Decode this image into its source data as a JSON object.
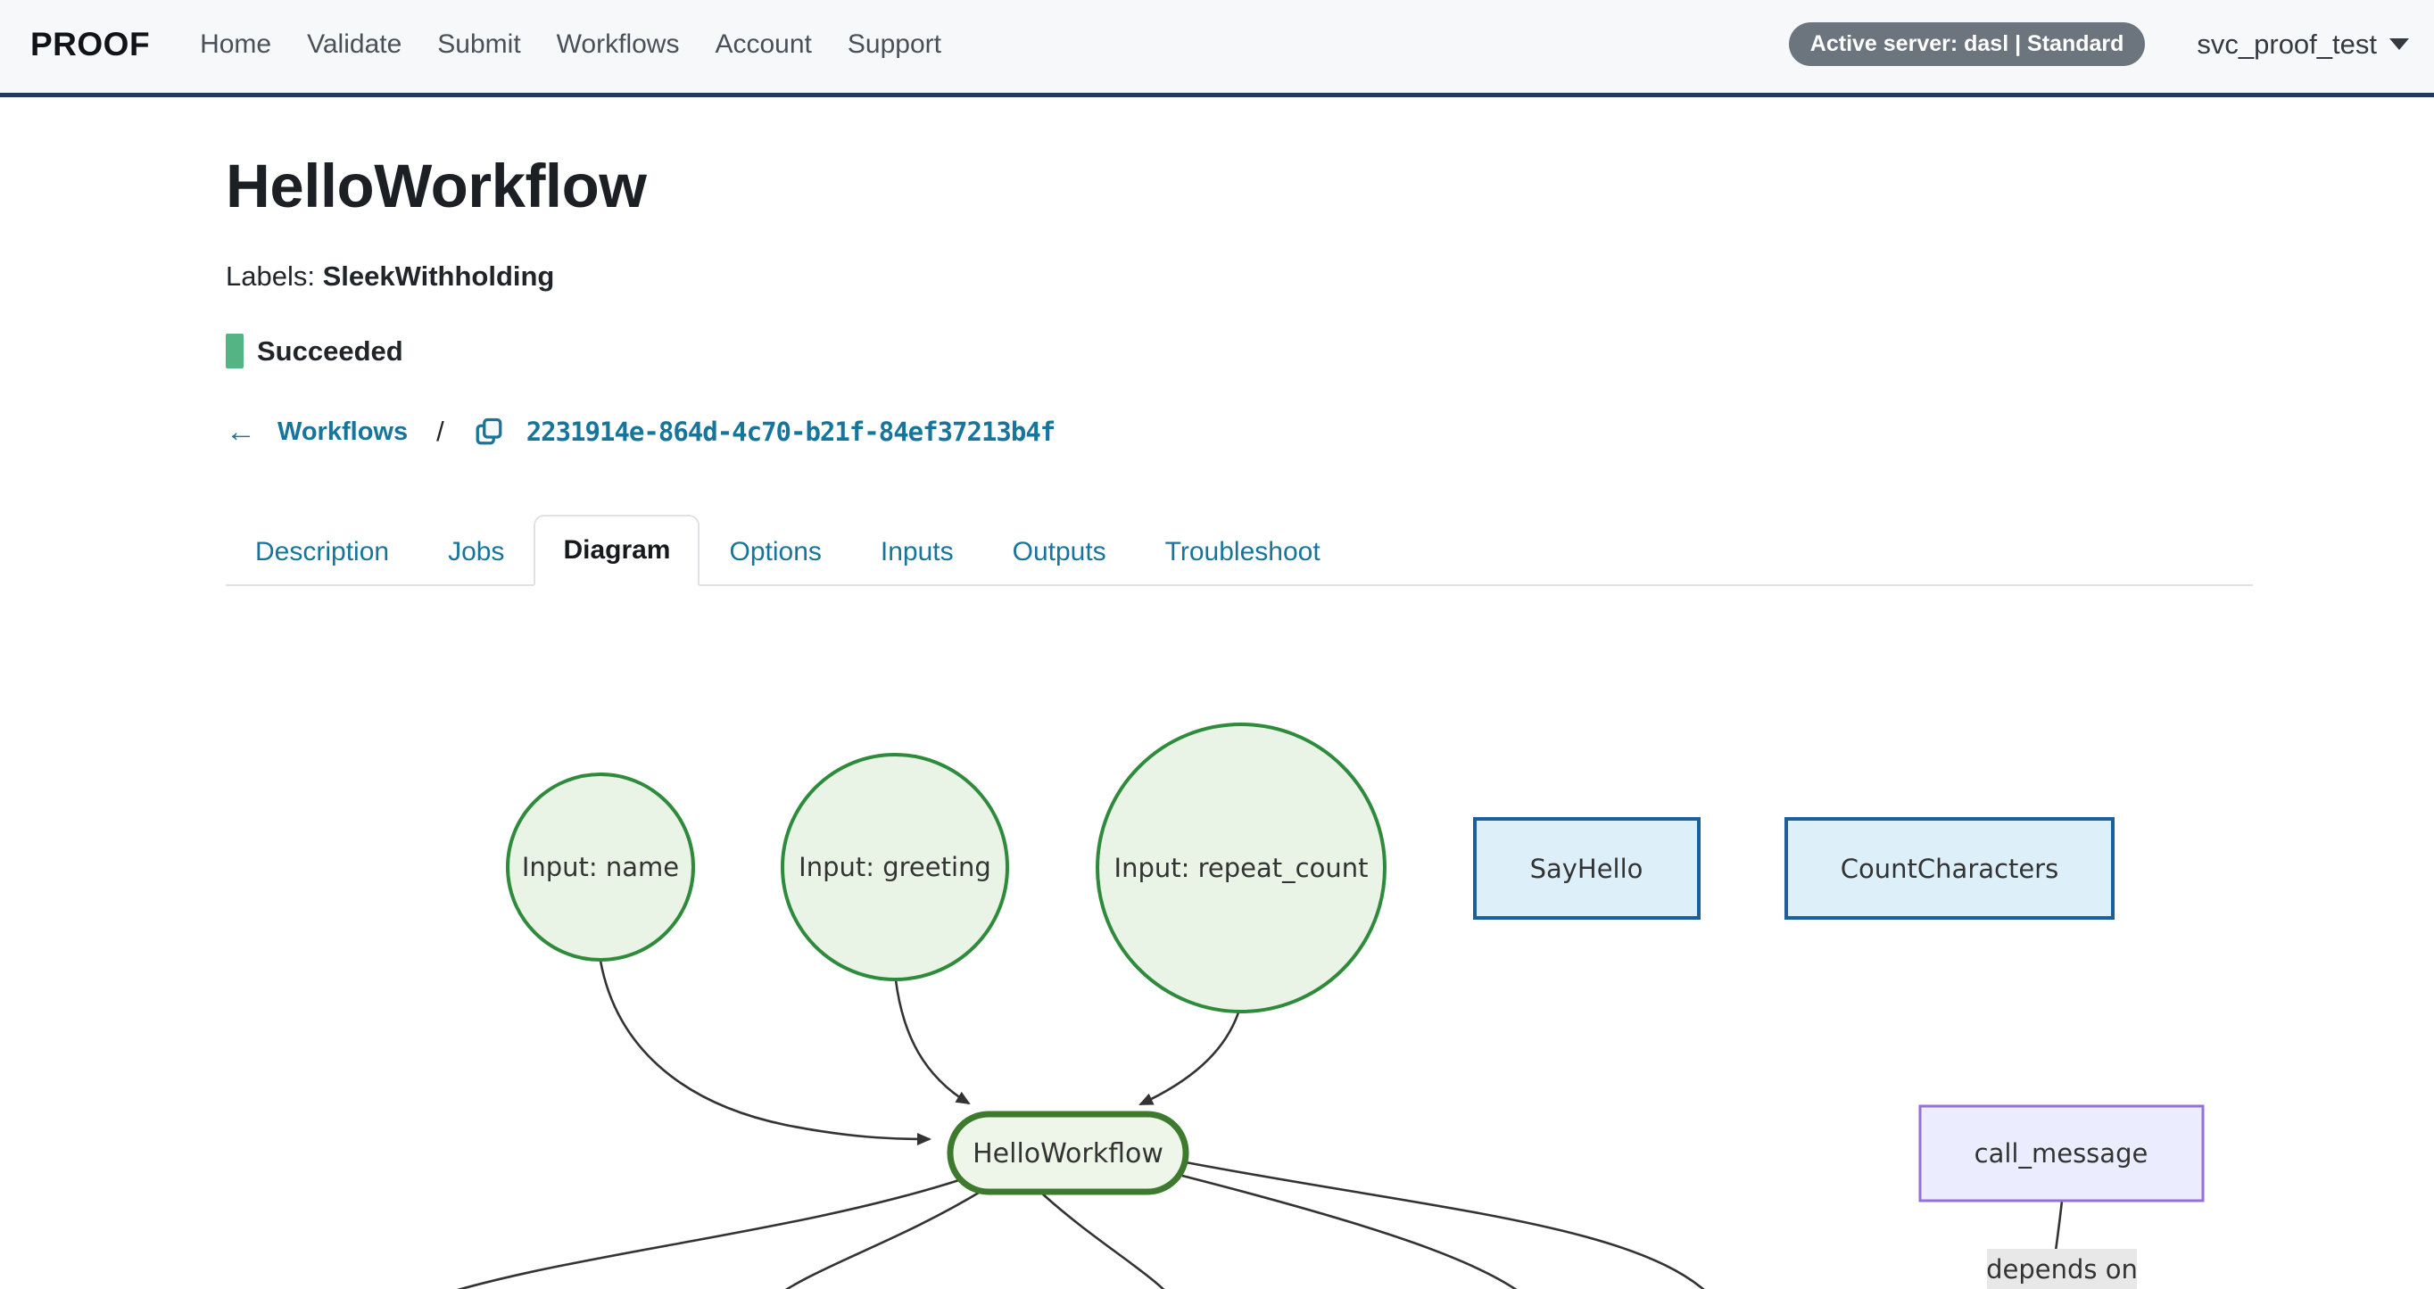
{
  "navbar": {
    "brand": "PROOF",
    "items": [
      {
        "label": "Home"
      },
      {
        "label": "Validate"
      },
      {
        "label": "Submit"
      },
      {
        "label": "Workflows"
      },
      {
        "label": "Account"
      },
      {
        "label": "Support"
      }
    ],
    "server_badge": "Active server: dasl | Standard",
    "user": "svc_proof_test"
  },
  "page": {
    "title": "HelloWorkflow",
    "labels_prefix": "Labels:",
    "labels_value": "SleekWithholding",
    "status": "Succeeded"
  },
  "breadcrumb": {
    "back_arrow": "←",
    "back_label": "Workflows",
    "separator": "/",
    "run_id": "2231914e-864d-4c70-b21f-84ef37213b4f"
  },
  "tabs": {
    "active": "Diagram",
    "items": [
      {
        "label": "Description"
      },
      {
        "label": "Jobs"
      },
      {
        "label": "Diagram"
      },
      {
        "label": "Options"
      },
      {
        "label": "Inputs"
      },
      {
        "label": "Outputs"
      },
      {
        "label": "Troubleshoot"
      }
    ]
  },
  "diagram": {
    "nodes": {
      "input_name": {
        "label": "Input: name",
        "type": "input-circle"
      },
      "input_greeting": {
        "label": "Input: greeting",
        "type": "input-circle"
      },
      "input_repeat_count": {
        "label": "Input: repeat_count",
        "type": "input-circle"
      },
      "task_say_hello": {
        "label": "SayHello",
        "type": "task-rect"
      },
      "task_count_characters": {
        "label": "CountCharacters",
        "type": "task-rect"
      },
      "workflow": {
        "label": "HelloWorkflow",
        "type": "workflow-stadium"
      },
      "call_message": {
        "label": "call_message",
        "type": "call-rect"
      }
    },
    "edge_label": "depends on",
    "colors": {
      "input_fill": "#e9f3e6",
      "input_stroke": "#2f8b3c",
      "task_fill": "#ddf0fa",
      "task_stroke": "#1c5f9e",
      "workflow_fill": "#eef6e9",
      "workflow_stroke": "#3d7a2e",
      "call_fill": "#ececff",
      "call_stroke": "#9370db",
      "edge": "#333333",
      "edge_label_bg": "#e8e8e8"
    }
  },
  "ui_colors": {
    "link": "#17759c",
    "navbar_border": "#1e3a5c",
    "status_green": "#55b483",
    "badge_bg": "#6c757d"
  }
}
